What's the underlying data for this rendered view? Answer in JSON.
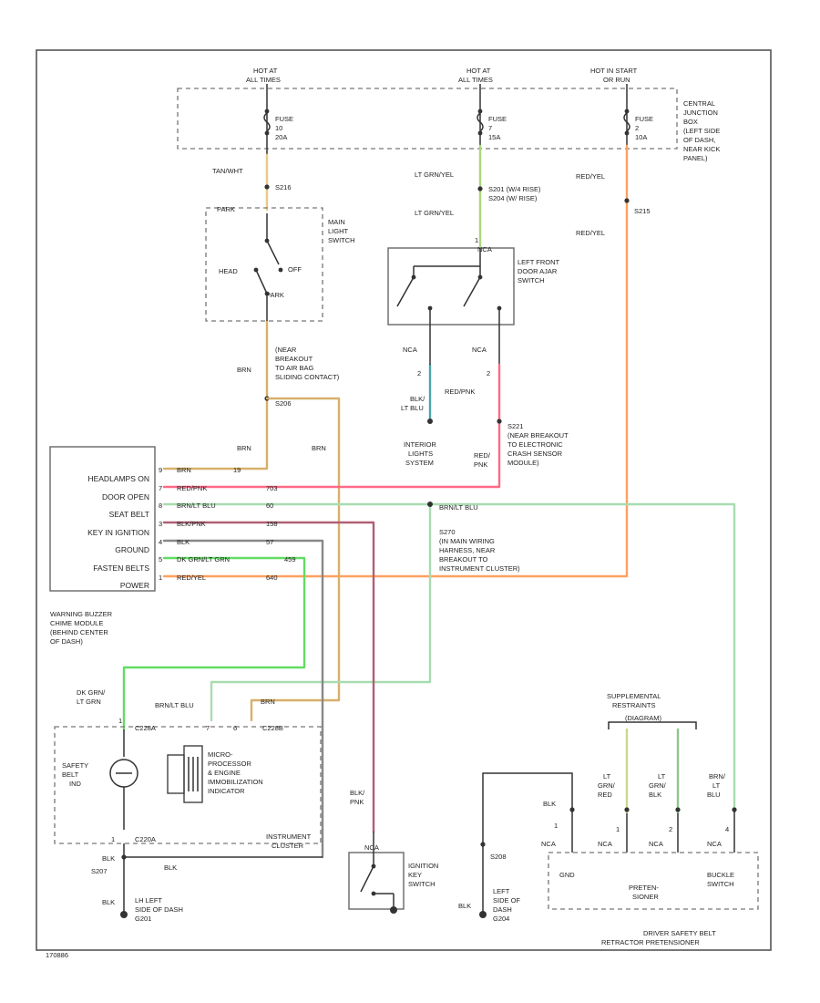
{
  "hot_labels": [
    {
      "line1": "HOT AT",
      "line2": "ALL TIMES"
    },
    {
      "line1": "HOT AT",
      "line2": "ALL TIMES"
    },
    {
      "line1": "HOT IN START",
      "line2": "OR RUN"
    }
  ],
  "fuses": [
    {
      "label": "FUSE",
      "number": "10",
      "rating": "20A"
    },
    {
      "label": "FUSE",
      "number": "7",
      "rating": "15A"
    },
    {
      "label": "FUSE",
      "number": "2",
      "rating": "10A"
    }
  ],
  "central_junction_box": [
    "CENTRAL",
    "JUNCTION",
    "BOX",
    "(LEFT SIDE",
    "OF DASH,",
    "NEAR KICK",
    "PANEL)"
  ],
  "main_light_switch": {
    "lines": [
      "MAIN",
      "LIGHT",
      "SWITCH"
    ],
    "head": "HEAD",
    "off": "OFF",
    "park_top": "PARK",
    "park_bottom": "PARK",
    "tan_wht": "TAN/WHT",
    "s216": "S216"
  },
  "door_ajar_switch": {
    "lines": [
      "LEFT FRONT",
      "DOOR AJAR",
      "SWITCH"
    ],
    "nca_top": "NCA",
    "nca_left": "NCA",
    "nca_right": "NCA",
    "pin_left": "2",
    "pin_right": "2",
    "pin_top": "1"
  },
  "wire_labels": {
    "lt_grn_yel_1": "LT GRN/YEL",
    "lt_grn_yel_2": "LT GRN/YEL",
    "s201": "S201 (W/4 RISE)",
    "s204": "S204 (W/ RISE)",
    "red_yel_1": "RED/YEL",
    "red_yel_2": "RED/YEL",
    "s215": "S215",
    "brn_1": "BRN",
    "brn_2": "BRN",
    "brn_3": "BRN",
    "brn_4": "BRN",
    "s206": "S206",
    "rear_breakout": [
      "(NEAR",
      "BREAKOUT",
      "TO AIR BAG",
      "SLIDING CONTACT)"
    ],
    "blk_lt_blu": [
      "BLK/",
      "LT BLU"
    ],
    "red_pnk_1": "RED/PNK",
    "red_pnk_2": [
      "RED/",
      "PNK"
    ],
    "s221": [
      "S221",
      "(NEAR BREAKOUT",
      "TO ELECTRONIC",
      "CRASH SENSOR",
      "MODULE)"
    ],
    "interior_lights": [
      "INTERIOR",
      "LIGHTS",
      "SYSTEM"
    ],
    "brn_lt_blu_top": "BRN/LT BLU",
    "s270": [
      "S270",
      "(IN MAIN WIRING",
      "HARNESS, NEAR",
      "BREAKOUT TO",
      "INSTRUMENT CLUSTER)"
    ],
    "dk_grn_lt_grn": [
      "DK GRN/",
      "LT GRN"
    ],
    "brn_lt_blu_mid": "BRN/LT BLU",
    "blk_pnk": [
      "BLK/",
      "PNK"
    ],
    "blk_gnd_1": "BLK",
    "blk_gnd_2": "BLK",
    "blk_gnd_3": "BLK",
    "blk_gnd_4": "BLK",
    "s207": "S207",
    "s208": "S208",
    "gnd_left": [
      "LH LEFT",
      "SIDE OF DASH",
      "G201"
    ],
    "gnd_right": [
      "LEFT",
      "SIDE OF",
      "DASH",
      "G204"
    ]
  },
  "warning_module": {
    "pins": [
      "HEADLAMPS ON",
      "DOOR OPEN",
      "SEAT BELT",
      "KEY IN IGNITION",
      "GROUND",
      "FASTEN BELTS",
      "POWER"
    ],
    "description": [
      "WARNING BUZZER",
      "CHIME MODULE",
      "(BEHIND CENTER",
      "OF DASH)"
    ],
    "connector_pins": [
      "9",
      "7",
      "8",
      "3",
      "4",
      "5",
      "1"
    ],
    "wire_colors": [
      "BRN",
      "RED/PNK",
      "BRN/LT BLU",
      "BLK/PNK",
      "BLK",
      "DK GRN/LT GRN",
      "RED/YEL"
    ],
    "circuits": [
      "19",
      "703",
      "60",
      "158",
      "57",
      "459",
      "640"
    ]
  },
  "instrument_cluster": {
    "c228a": "C228A",
    "c228b": "C228B",
    "lamp": [
      "SAFETY",
      "BELT",
      "IND"
    ],
    "processor": [
      "MICRO-",
      "PROCESSOR",
      "& ENGINE",
      "IMMOBILIZATION",
      "INDICATOR"
    ],
    "c220a": "C220A",
    "name": [
      "INSTRUMENT",
      "CLUSTER"
    ],
    "pin_a": "7",
    "pin_b": "6",
    "pin_c": "1"
  },
  "ignition_key_switch": {
    "lines": [
      "IGNITION",
      "KEY",
      "SWITCH"
    ],
    "nca": "NCA"
  },
  "srs": {
    "title": [
      "SUPPLEMENTAL",
      "RESTRAINTS",
      "(DIAGRAM)"
    ],
    "wires": [
      {
        "color": [
          "BLK"
        ],
        "pin": "1",
        "nca": "NCA"
      },
      {
        "color": [
          "LT",
          "GRN/",
          "RED"
        ],
        "pin": "1",
        "nca": "NCA"
      },
      {
        "color": [
          "LT",
          "GRN/",
          "BLK"
        ],
        "pin": "2",
        "nca": "NCA"
      },
      {
        "color": [
          "BRN/",
          "LT",
          "BLU"
        ],
        "pin": "4",
        "nca": "NCA"
      }
    ],
    "gnd": "GND",
    "pretensioner": [
      "PRETEN-",
      "SIONER"
    ],
    "buckle_switch": [
      "BUCKLE",
      "SWITCH"
    ],
    "caption": [
      "DRIVER SAFETY BELT",
      "RETRACTOR PRETENSIONER"
    ]
  },
  "figure_id": "170886",
  "colors": {
    "brn": "#d8b06a",
    "red_pnk": "#ff6a86",
    "brn_lt_blu": "#a8dcb0",
    "blk_pnk": "#b06076",
    "blk": "#888888",
    "dk_grn_lt_grn": "#62dd62",
    "red_yel": "#ffa060",
    "lt_grn_yel": "#a8d87c",
    "blk_lt_blu": "#4aa6a6",
    "lt_grn_blk": "#8ac88a"
  }
}
